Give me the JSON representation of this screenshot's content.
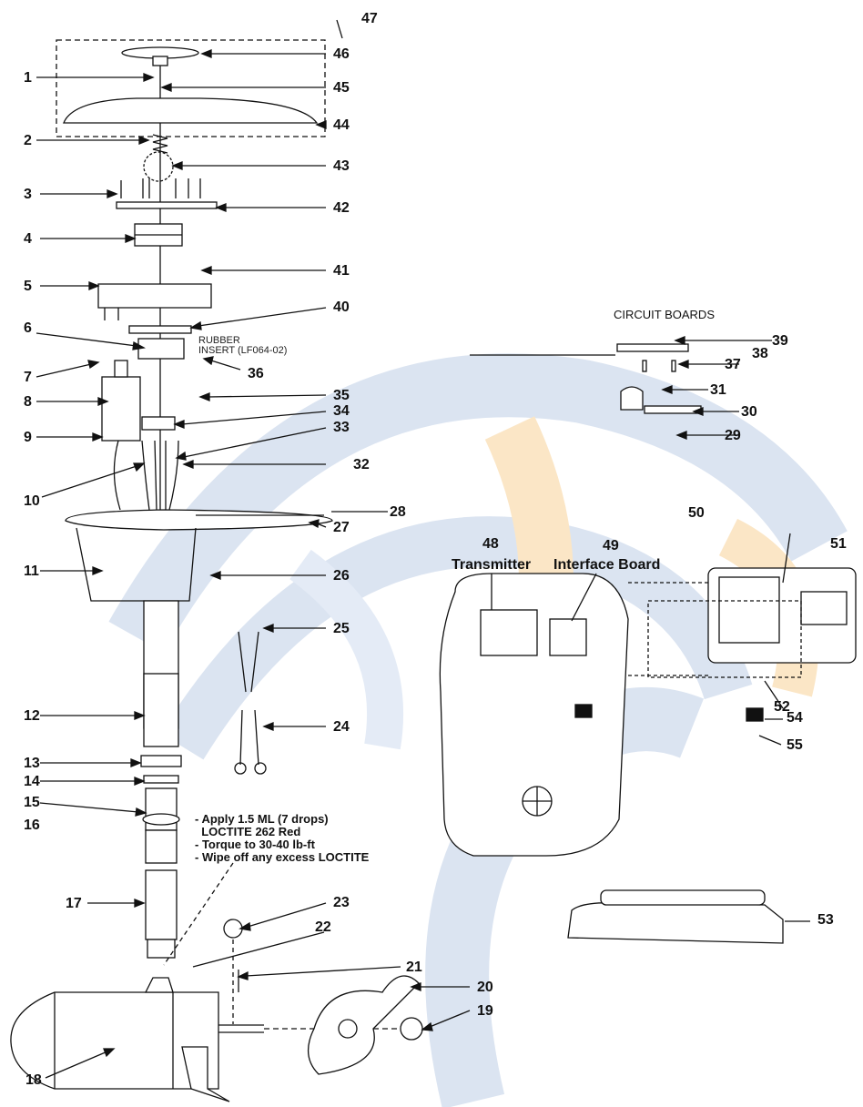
{
  "section_titles": {
    "circuit_boards": "CIRCUIT BOARDS"
  },
  "callouts": {
    "transmitter": "Transmitter",
    "interface_board": "Interface Board",
    "rubber_insert_line1": "RUBBER",
    "rubber_insert_line2": "INSERT (LF064-02)"
  },
  "instructions": [
    "- Apply 1.5 ML (7 drops)",
    "  LOCTITE 262 Red",
    "- Torque to 30-40 lb-ft",
    "- Wipe off any excess LOCTITE"
  ],
  "part_numbers": [
    "1",
    "2",
    "3",
    "4",
    "5",
    "6",
    "7",
    "8",
    "9",
    "10",
    "11",
    "12",
    "13",
    "14",
    "15",
    "16",
    "17",
    "18",
    "19",
    "20",
    "21",
    "22",
    "23",
    "24",
    "25",
    "26",
    "27",
    "28",
    "29",
    "30",
    "31",
    "32",
    "33",
    "34",
    "35",
    "36",
    "37",
    "38",
    "39",
    "40",
    "41",
    "42",
    "43",
    "44",
    "45",
    "46",
    "47",
    "48",
    "49",
    "50",
    "51",
    "52",
    "53",
    "54",
    "55"
  ],
  "colors": {
    "ink": "#111111",
    "watermark_blue": "#c9d6ea",
    "watermark_orange": "#f6dcb4"
  }
}
